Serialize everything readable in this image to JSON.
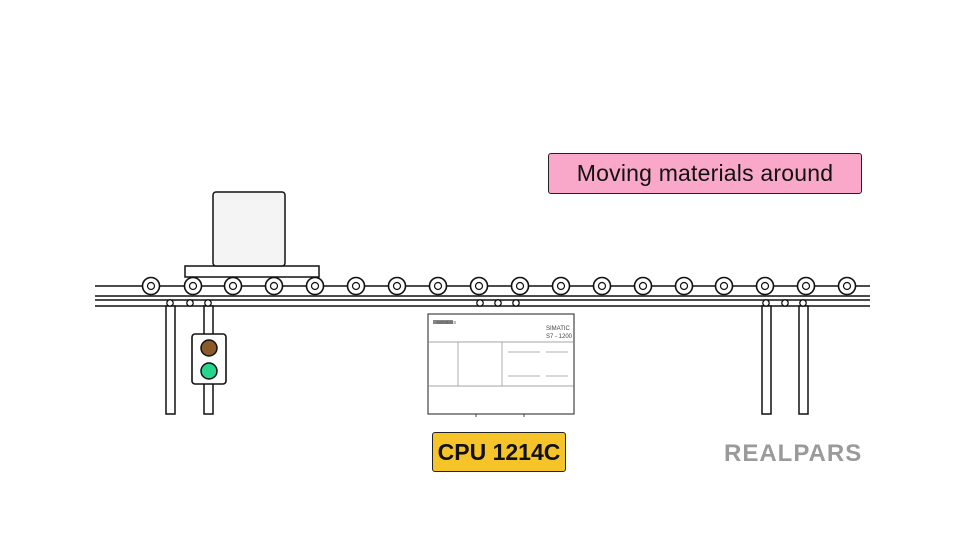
{
  "callout": {
    "text": "Moving materials around"
  },
  "plc": {
    "label": "CPU 1214C",
    "brand": "SIEMENS",
    "model_line1": "SIMATIC",
    "model_line2": "S7 - 1200"
  },
  "traffic_light": {
    "top_lamp": "off",
    "bottom_lamp": "green"
  },
  "logo": {
    "text": "REALPARS"
  },
  "colors": {
    "callout_bg": "#f9a8c9",
    "label_bg": "#f6c428",
    "lamp_green": "#27d68b",
    "lamp_amber": "#8b5a2b",
    "logo": "#9a9a9a"
  }
}
